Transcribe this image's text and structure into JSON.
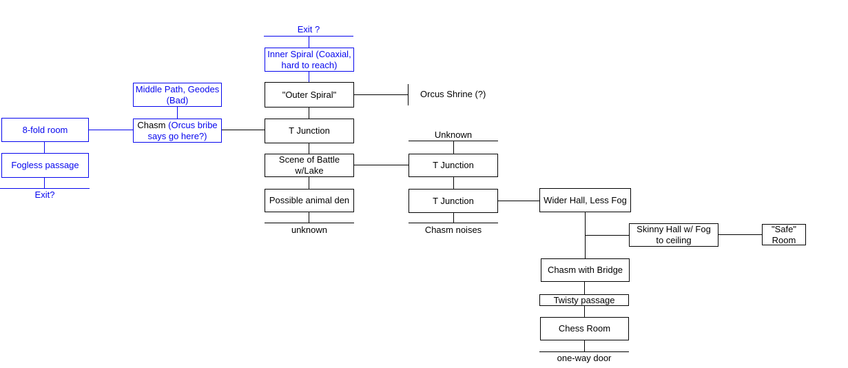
{
  "colors": {
    "accent_blue": "#0505ee",
    "ink": "#000000",
    "background": "#ffffff"
  },
  "nodes": {
    "exit_top": "Exit ?",
    "inner_spiral": "Inner Spiral (Coaxial,\nhard to reach)",
    "outer_spiral": "\"Outer Spiral\"",
    "orcus_shrine": "Orcus Shrine (?)",
    "t_junction_center": "T Junction",
    "middle_path": "Middle Path, Geodes\n(Bad)",
    "chasm_plain": "Chasm",
    "chasm_note": "(Orcus bribe says go here?)",
    "eight_fold": "8-fold room",
    "fogless": "Fogless passage",
    "exit_left": "Exit?",
    "scene_battle": "Scene of Battle\nw/Lake",
    "animal_den": "Possible animal den",
    "unknown_center": "unknown",
    "unknown_right": "Unknown",
    "t_junction_r1": "T Junction",
    "t_junction_r2": "T Junction",
    "chasm_noises": "Chasm noises",
    "wider_hall": "Wider Hall, Less Fog",
    "skinny_hall": "Skinny Hall w/ Fog\nto ceiling",
    "safe_room": "\"Safe\"\nRoom",
    "chasm_bridge": "Chasm with Bridge",
    "twisty": "Twisty passage",
    "chess_room": "Chess Room",
    "one_way": "one-way door"
  }
}
